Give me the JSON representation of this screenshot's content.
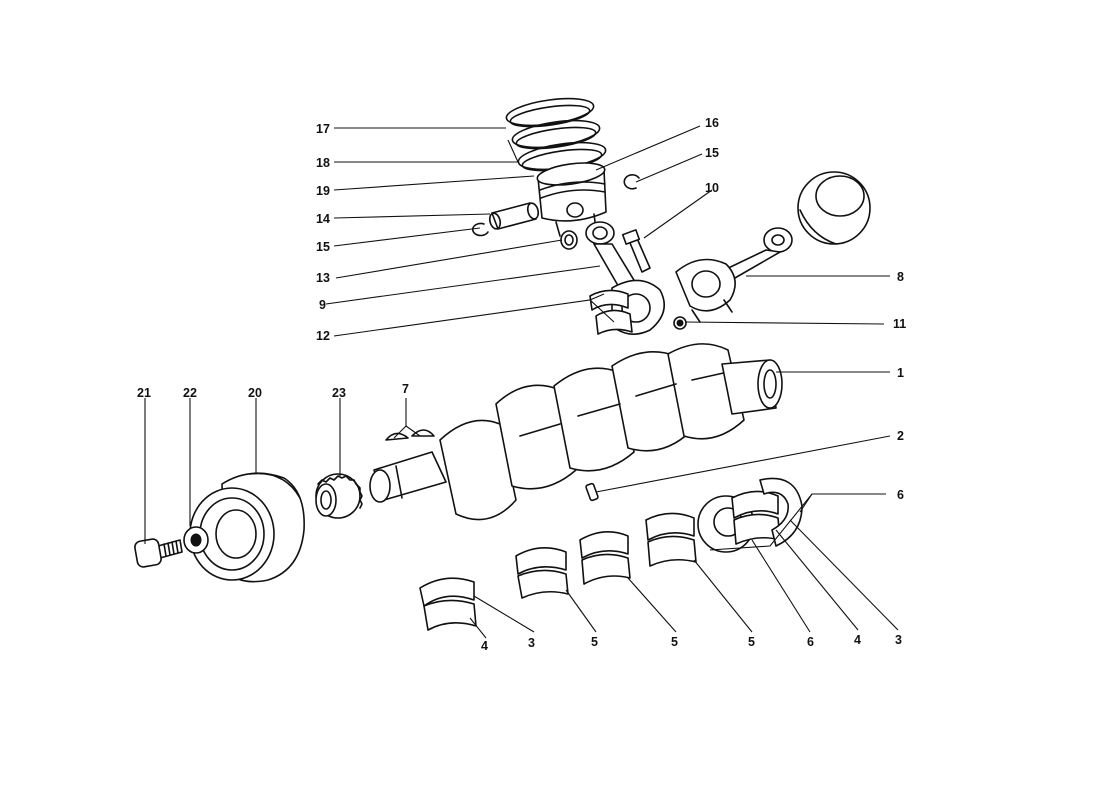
{
  "diagram": {
    "callouts": [
      {
        "id": "c1",
        "label": "1"
      },
      {
        "id": "c2",
        "label": "2"
      },
      {
        "id": "c3a",
        "label": "3"
      },
      {
        "id": "c3b",
        "label": "3"
      },
      {
        "id": "c4a",
        "label": "4"
      },
      {
        "id": "c4b",
        "label": "4"
      },
      {
        "id": "c5a",
        "label": "5"
      },
      {
        "id": "c5b",
        "label": "5"
      },
      {
        "id": "c5c",
        "label": "5"
      },
      {
        "id": "c6a",
        "label": "6"
      },
      {
        "id": "c6b",
        "label": "6"
      },
      {
        "id": "c7",
        "label": "7"
      },
      {
        "id": "c8",
        "label": "8"
      },
      {
        "id": "c9",
        "label": "9"
      },
      {
        "id": "c10",
        "label": "10"
      },
      {
        "id": "c11",
        "label": "11"
      },
      {
        "id": "c12",
        "label": "12"
      },
      {
        "id": "c13",
        "label": "13"
      },
      {
        "id": "c14",
        "label": "14"
      },
      {
        "id": "c15a",
        "label": "15"
      },
      {
        "id": "c15b",
        "label": "15"
      },
      {
        "id": "c16",
        "label": "16"
      },
      {
        "id": "c17",
        "label": "17"
      },
      {
        "id": "c18",
        "label": "18"
      },
      {
        "id": "c19",
        "label": "19"
      },
      {
        "id": "c20",
        "label": "20"
      },
      {
        "id": "c21",
        "label": "21"
      },
      {
        "id": "c22",
        "label": "22"
      },
      {
        "id": "c23",
        "label": "23"
      }
    ]
  }
}
